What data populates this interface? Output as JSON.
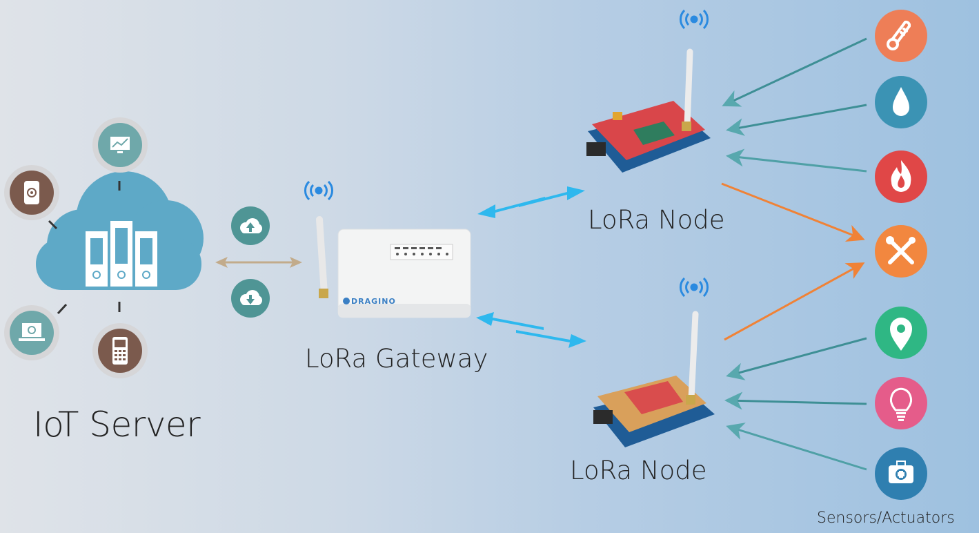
{
  "labels": {
    "iot_server": "IoT Server",
    "lora_gateway": "LoRa Gateway",
    "lora_node_1": "LoRa Node",
    "lora_node_2": "LoRa Node",
    "sensors_actuators": "Sensors/Actuators"
  },
  "gateway_brand": "DRAGINO",
  "server_devices": [
    {
      "name": "analytics-monitor-icon",
      "color": "#6fa8aa"
    },
    {
      "name": "smartphone-icon",
      "color": "#7b5a4d"
    },
    {
      "name": "laptop-icon",
      "color": "#6fa8aa"
    },
    {
      "name": "feature-phone-icon",
      "color": "#7b5a4d"
    }
  ],
  "transfer_icons": [
    {
      "name": "cloud-upload-icon",
      "color": "#4f9595"
    },
    {
      "name": "cloud-download-icon",
      "color": "#4f9595"
    }
  ],
  "sensors": [
    {
      "name": "thermometer-icon",
      "color": "#ee7e57"
    },
    {
      "name": "water-drop-icon",
      "color": "#3b93b4"
    },
    {
      "name": "fire-icon",
      "color": "#e04747"
    },
    {
      "name": "tools-icon",
      "color": "#f2873f"
    },
    {
      "name": "location-pin-icon",
      "color": "#2fb784"
    },
    {
      "name": "light-bulb-icon",
      "color": "#e55c8a"
    },
    {
      "name": "first-aid-kit-icon",
      "color": "#2f7fb0"
    }
  ],
  "colors": {
    "cloud": "#5ea9c7",
    "link_server_gateway": "#c2ab8b",
    "link_gateway_node": "#2eb8ee",
    "sensor_arrow": "#4c9ba2",
    "actuator_arrow": "#f08236",
    "wireless": "#2a8ae0"
  }
}
